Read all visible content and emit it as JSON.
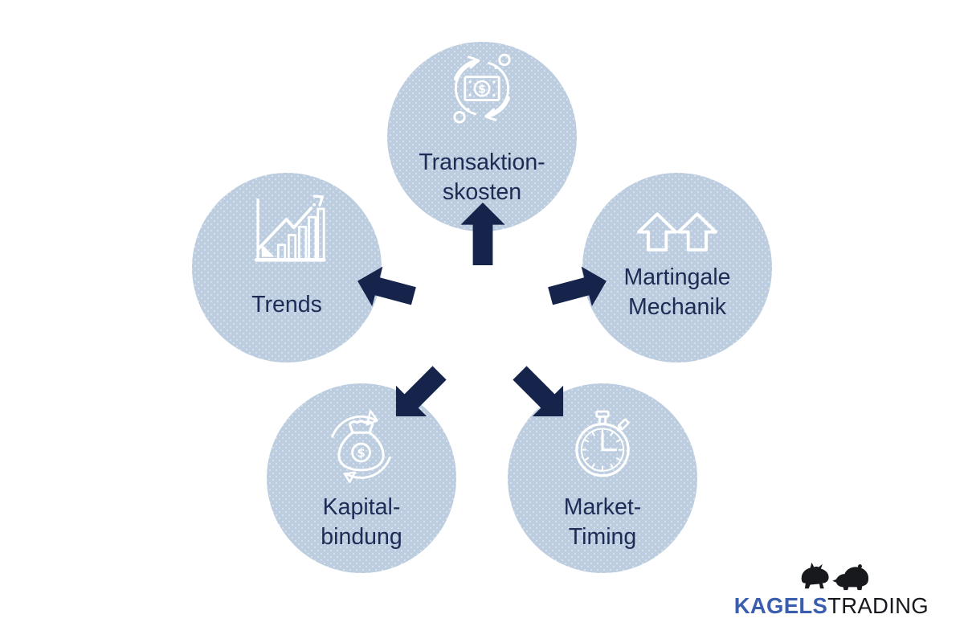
{
  "palette": {
    "background": "#ffffff",
    "circle_fill": "#bccddf",
    "arrow_navy": "#16244c",
    "text_navy": "#1d2b55",
    "icon_white": "#ffffff",
    "logo_blue": "#3a5dae",
    "logo_dark": "#16181c"
  },
  "nodes": {
    "transaktionskosten": {
      "line1": "Transaktion-",
      "line2": "skosten",
      "icon": "money-cycle-icon"
    },
    "martingale": {
      "line1": "Martingale",
      "line2": "Mechanik",
      "icon": "double-up-arrows-icon"
    },
    "trends": {
      "line1": "Trends",
      "icon": "growth-chart-icon"
    },
    "kapitalbindung": {
      "line1": "Kapital-",
      "line2": "bindung",
      "icon": "money-bag-cycle-icon"
    },
    "market_timing": {
      "line1": "Market-",
      "line2": "Timing",
      "icon": "stopwatch-icon"
    }
  },
  "logo": {
    "brand_bold": "KAGELS",
    "brand_light": "TRADING",
    "mark": "bull-and-bear"
  }
}
